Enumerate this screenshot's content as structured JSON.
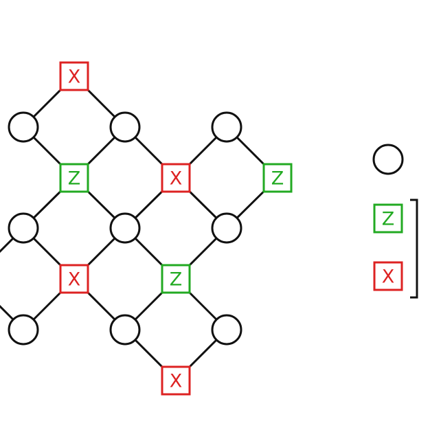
{
  "colors": {
    "z_stabilizer": "#22aa22",
    "x_stabilizer": "#dd2222",
    "qubit_outline": "#111111",
    "edge": "#111111",
    "background": "#ffffff"
  },
  "lattice": {
    "stabilizers": [
      {
        "id": "s1",
        "type": "X",
        "label": "X"
      },
      {
        "id": "s2",
        "type": "Z",
        "label": "Z"
      },
      {
        "id": "s3",
        "type": "X",
        "label": "X"
      },
      {
        "id": "s4",
        "type": "Z",
        "label": "Z"
      },
      {
        "id": "s5",
        "type": "X",
        "label": "X"
      },
      {
        "id": "s6",
        "type": "Z",
        "label": "Z"
      },
      {
        "id": "s7",
        "type": "X",
        "label": "X"
      }
    ]
  },
  "legend": {
    "items": [
      {
        "kind": "qubit",
        "label": ""
      },
      {
        "kind": "Z",
        "label": "Z"
      },
      {
        "kind": "X",
        "label": "X"
      }
    ]
  }
}
